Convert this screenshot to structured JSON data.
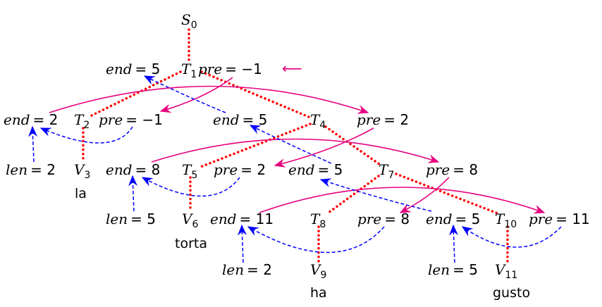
{
  "colors": {
    "tree": "#ff0000",
    "pre_links": "#e6007e",
    "end_links": "#0000ff"
  },
  "root": {
    "sym": "S",
    "sub": "0"
  },
  "nodes": {
    "T1": {
      "sym": "T",
      "sub": "1"
    },
    "T2": {
      "sym": "T",
      "sub": "2"
    },
    "V3": {
      "sym": "V",
      "sub": "3"
    },
    "T4": {
      "sym": "T",
      "sub": "4"
    },
    "T5": {
      "sym": "T",
      "sub": "5"
    },
    "V6": {
      "sym": "V",
      "sub": "6"
    },
    "T7": {
      "sym": "T",
      "sub": "7"
    },
    "T8": {
      "sym": "T",
      "sub": "8"
    },
    "V9": {
      "sym": "V",
      "sub": "9"
    },
    "T10": {
      "sym": "T",
      "sub": "10"
    },
    "V11": {
      "sym": "V",
      "sub": "11"
    }
  },
  "labels": {
    "t1_end": {
      "var": "end",
      "val": "= 5"
    },
    "t1_pre": {
      "var": "pre",
      "val": "= −1"
    },
    "t2_end": {
      "var": "end",
      "val": "= 2"
    },
    "t2_pre": {
      "var": "pre",
      "val": "= −1"
    },
    "t4_end": {
      "var": "end",
      "val": "= 5"
    },
    "t4_pre": {
      "var": "pre",
      "val": "= 2"
    },
    "v3_len": {
      "var": "len",
      "val": "= 2"
    },
    "t5_end": {
      "var": "end",
      "val": "= 8"
    },
    "t5_pre": {
      "var": "pre",
      "val": "= 2"
    },
    "t7_end": {
      "var": "end",
      "val": "= 5"
    },
    "t7_pre": {
      "var": "pre",
      "val": "= 8"
    },
    "v6_len": {
      "var": "len",
      "val": "= 5"
    },
    "t8_end": {
      "var": "end",
      "val": "= 11"
    },
    "t8_pre": {
      "var": "pre",
      "val": "= 8"
    },
    "t10_end": {
      "var": "end",
      "val": "= 5"
    },
    "t10_pre": {
      "var": "pre",
      "val": "= 11"
    },
    "v9_len": {
      "var": "len",
      "val": "= 2"
    },
    "v11_len": {
      "var": "len",
      "val": "= 5"
    }
  },
  "words": {
    "V3": "la",
    "V6": "torta",
    "V9": "ha",
    "V11": "gusto"
  },
  "start_arrow": "⟵"
}
